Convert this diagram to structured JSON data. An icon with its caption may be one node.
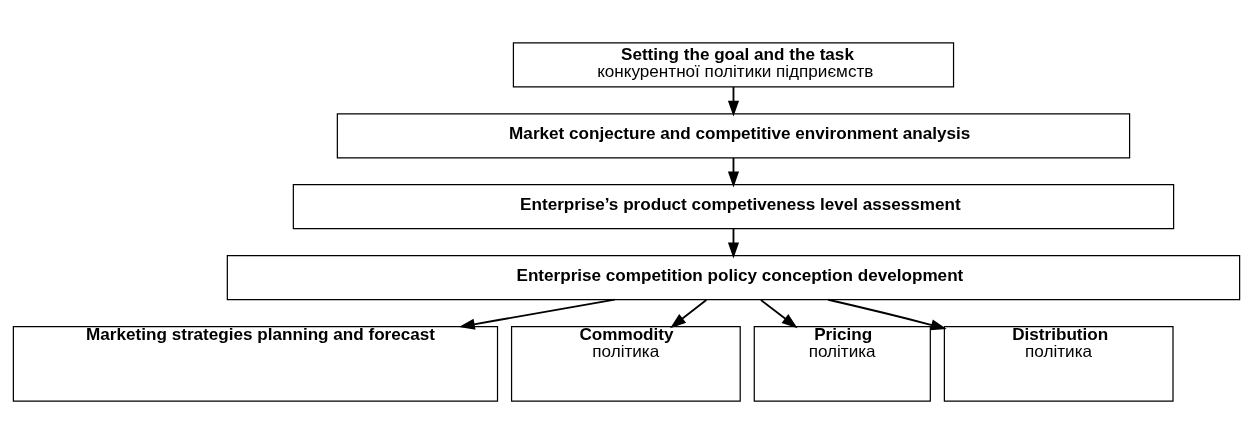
{
  "diagram": {
    "nodes": [
      {
        "text": [
          "Setting the goal and the task",
          "конкурентної політики підприємств"
        ]
      },
      {
        "text": [
          "Market conjecture and competitive environment analysis"
        ]
      },
      {
        "text": [
          "Enterprise’s product competiveness level assessment"
        ]
      },
      {
        "text": [
          "Enterprise competition policy conception development"
        ]
      },
      {
        "text": [
          "Marketing strategies planning and forecast"
        ]
      },
      {
        "text": [
          "Commodity",
          "політика"
        ]
      },
      {
        "text": [
          "Pricing",
          "політика"
        ]
      },
      {
        "text": [
          "Distribution",
          "політика"
        ]
      }
    ],
    "edges": [
      {
        "from": 0,
        "to": 1,
        "arrow": "to"
      },
      {
        "from": 1,
        "to": 2,
        "arrow": "to"
      },
      {
        "from": 2,
        "to": 3,
        "arrow": "to"
      },
      {
        "from": 3,
        "to": 4,
        "arrow": "to"
      },
      {
        "from": 3,
        "to": 5,
        "arrow": "to"
      },
      {
        "from": 3,
        "to": 6,
        "arrow": "to"
      },
      {
        "from": 3,
        "to": 7,
        "arrow": "to"
      }
    ]
  }
}
